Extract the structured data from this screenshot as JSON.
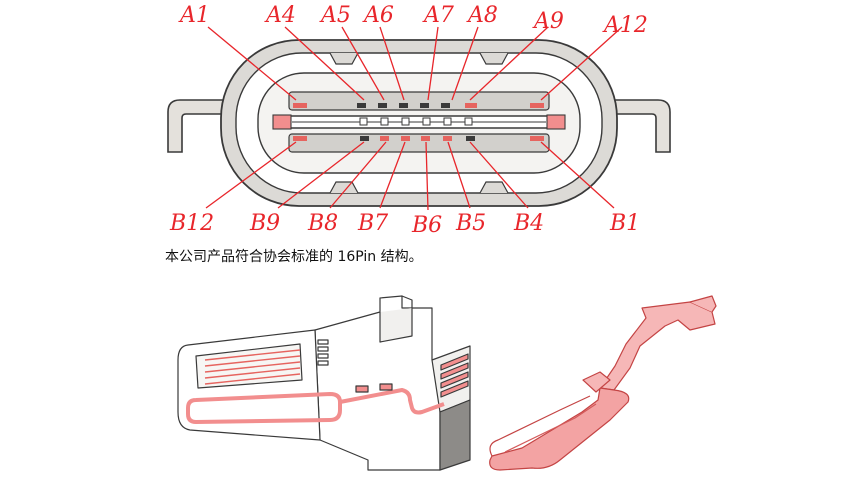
{
  "diagram": {
    "top_labels": [
      "A1",
      "A4",
      "A5",
      "A6",
      "A7",
      "A8",
      "A9",
      "A12"
    ],
    "bottom_labels": [
      "B12",
      "B9",
      "B8",
      "B7",
      "B6",
      "B5",
      "B4",
      "B1"
    ],
    "caption": "本公司产品符合协会标准的 16Pin 结构。",
    "colors": {
      "label_red": "#e8262b",
      "contact_pink": "#f28e8e",
      "shell_gray": "#dcdad6",
      "outline": "#3a3a3a"
    }
  }
}
